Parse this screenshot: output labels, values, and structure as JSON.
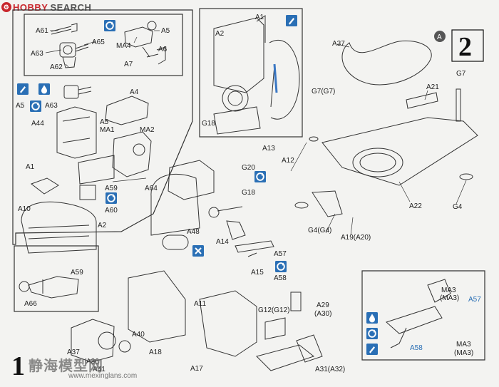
{
  "header": {
    "brand_hobby": "HOBBY",
    "brand_search": "SEARCH"
  },
  "watermark": {
    "cn": "静海模型网",
    "url": "www.mexinglans.com"
  },
  "steps": {
    "step1": "1",
    "step2": "2",
    "step2_circle": "A"
  },
  "labels": {
    "A61": "A61",
    "A65": "A65",
    "MA4": "MA4",
    "A5_top": "A5",
    "A63_top": "A63",
    "A6": "A6",
    "A62": "A62",
    "A7": "A7",
    "A5_mid": "A5",
    "A63_mid": "A63",
    "A4": "A4",
    "A44": "A44",
    "A5MA1": "A5",
    "MA1": "MA1",
    "MA2": "MA2",
    "A1_left": "A1",
    "A59_mid": "A59",
    "A60": "A60",
    "A64": "A64",
    "A10": "A10",
    "A2_left": "A2",
    "A59_inset": "A59",
    "A66": "A66",
    "A1_top": "A1",
    "A2_top": "A2",
    "G18_top": "G18",
    "A13": "A13",
    "G20": "G20",
    "A12": "A12",
    "G18_mid": "G18",
    "A48": "A48",
    "A14": "A14",
    "A57": "A57",
    "A15": "A15",
    "A58": "A58",
    "A11": "A11",
    "A29": "A29",
    "A30": "(A30)",
    "G12": "G12(G12)",
    "A40": "A40",
    "A18": "A18",
    "A17": "A17",
    "A31": "A31(A32)",
    "A37_bot": "A37",
    "A36": "A36",
    "A41": "A41",
    "A37_top": "A37",
    "G7_a": "G7(G7)",
    "G7_b": "G7",
    "A21": "A21",
    "A22": "A22",
    "G4": "G4",
    "G4G4": "G4(G4)",
    "A19": "A19(A20)",
    "MA3_a": "MA3",
    "MA3_b": "(MA3)",
    "A57_blue": "A57",
    "A58_blue": "A58",
    "MA3_c": "MA3",
    "MA3_d": "(MA3)"
  },
  "colors": {
    "ink": "#222222",
    "paper": "#f3f3f1",
    "icon_blue": "#2a6fb5",
    "brand_red": "#c8262c",
    "part_blue": "#3b78c4"
  }
}
